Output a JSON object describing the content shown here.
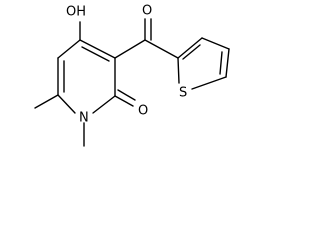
{
  "diagram": {
    "kind": "chemical-structure",
    "atoms": {
      "hydroxyl": "OH",
      "carbonyl_oxygen": "O",
      "lactam_oxygen": "O",
      "ring_nitrogen": "N",
      "thiophene_sulfur": "S"
    },
    "colors": {
      "bond": "#000000",
      "label": "#000000",
      "background": "#ffffff"
    }
  }
}
